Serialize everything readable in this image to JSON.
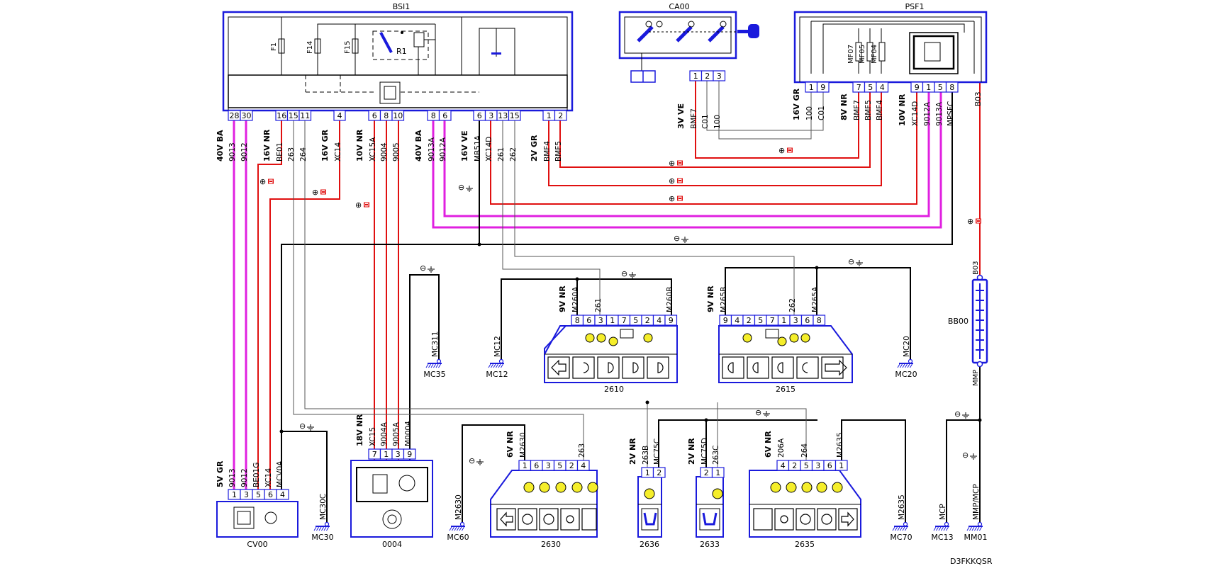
{
  "diagram_ref": "D3FKKQSR",
  "colors": {
    "wire_black": "#000000",
    "wire_thin": "#555555",
    "wire_red": "#e01010",
    "wire_magenta": "#e020e0",
    "box_blue": "#1a1adc",
    "symbol_yellow": "#f5ee2a",
    "ground_blue": "#1a1adc"
  },
  "boxes": {
    "bsi1": {
      "name": "BSI1",
      "fuses": [
        "F1",
        "F14",
        "F15"
      ],
      "relay": "R1"
    },
    "ca00": {
      "name": "CA00"
    },
    "psf1": {
      "name": "PSF1",
      "fuses": [
        "MF07",
        "MF05",
        "MF04"
      ]
    },
    "bb00": {
      "name": "BB00",
      "top": "B03",
      "bottom": "MMP"
    },
    "cv00": {
      "name": "CV00"
    },
    "c0004": {
      "name": "0004"
    },
    "c2610": {
      "name": "2610"
    },
    "c2615": {
      "name": "2615"
    },
    "c2630": {
      "name": "2630"
    },
    "c2636": {
      "name": "2636"
    },
    "c2633": {
      "name": "2633"
    },
    "c2635": {
      "name": "2635"
    }
  },
  "connectors": {
    "bsi_a": {
      "spec": "40V BA",
      "pins": [
        "28",
        "30"
      ],
      "wires": [
        "9013",
        "9012"
      ]
    },
    "bsi_b": {
      "spec": "16V NR",
      "pins": [
        "16",
        "15",
        "11"
      ],
      "wires": [
        "BE01",
        "263",
        "264"
      ]
    },
    "bsi_c": {
      "spec": "16V GR",
      "pins": [
        "4"
      ],
      "wires": [
        "XC14"
      ]
    },
    "bsi_d": {
      "spec": "10V NR",
      "pins": [
        "6",
        "8",
        "10"
      ],
      "wires": [
        "XC15A",
        "9004",
        "9005"
      ]
    },
    "bsi_e": {
      "spec": "40V BA",
      "pins": [
        "8",
        "6"
      ],
      "wires": [
        "9013A",
        "9012A"
      ]
    },
    "bsi_f": {
      "spec": "16V VE",
      "pins": [
        "6",
        "3",
        "13",
        "15"
      ],
      "wires": [
        "MB51A",
        "XC14D",
        "261",
        "262"
      ]
    },
    "bsi_g": {
      "spec": "2V GR",
      "pins": [
        "1",
        "2"
      ],
      "wires": [
        "BMF4",
        "BMF5"
      ]
    },
    "ca00_c": {
      "spec": "3V VE",
      "pins": [
        "1",
        "2",
        "3"
      ],
      "wires": [
        "BMF7",
        "C01",
        "100"
      ]
    },
    "psf_a": {
      "spec": "16V GR",
      "pins": [
        "1",
        "9"
      ],
      "wires": [
        "100",
        "C01"
      ]
    },
    "psf_b": {
      "spec": "8V NR",
      "pins": [
        "7",
        "5",
        "4"
      ],
      "wires": [
        "BMF7",
        "BMF5",
        "BMF4"
      ]
    },
    "psf_c": {
      "spec": "10V NR",
      "pins": [
        "9",
        "1",
        "5",
        "8"
      ],
      "wires": [
        "XC14D",
        "9012A",
        "9013A",
        "MPSFC"
      ]
    },
    "psf_d": {
      "wires": [
        "B03"
      ]
    },
    "cv00_c": {
      "spec": "5V GR",
      "pins": [
        "1",
        "3",
        "5",
        "6",
        "4"
      ],
      "wires": [
        "9013",
        "9012",
        "BE01G",
        "XC14",
        "MCV0A"
      ]
    },
    "c0004_c": {
      "spec": "18V NR",
      "pins": [
        "7",
        "1",
        "3",
        "9"
      ],
      "wires": [
        "XC15",
        "9004A",
        "9005A",
        "M0004"
      ]
    },
    "c2610_c": {
      "spec": "9V NR",
      "pins": [
        "8",
        "6",
        "3",
        "1",
        "7",
        "5",
        "2",
        "4",
        "9"
      ],
      "wires": [
        "M260A",
        "261",
        "M260B"
      ]
    },
    "c2615_c": {
      "spec": "9V NR",
      "pins": [
        "9",
        "4",
        "2",
        "5",
        "7",
        "1",
        "3",
        "6",
        "8"
      ],
      "wires": [
        "M265B",
        "262",
        "M265A"
      ]
    },
    "c2630_c": {
      "spec": "6V NR",
      "pins": [
        "1",
        "6",
        "3",
        "5",
        "2",
        "4"
      ],
      "wires": [
        "M2630",
        "263"
      ]
    },
    "c2636_c": {
      "spec": "2V NR",
      "pins": [
        "1",
        "2"
      ],
      "wires": [
        "263B",
        "MC75C"
      ]
    },
    "c2633_c": {
      "spec": "2V NR",
      "pins": [
        "2",
        "1"
      ],
      "wires": [
        "MC75D",
        "263C"
      ]
    },
    "c2635_c": {
      "spec": "6V NR",
      "pins": [
        "4",
        "2",
        "5",
        "3",
        "6",
        "1"
      ],
      "wires": [
        "206A",
        "264",
        "M2635"
      ]
    }
  },
  "grounds": {
    "mc35": {
      "wire": "MC311",
      "label": "MC35"
    },
    "mc12": {
      "wire": "MC12",
      "label": "MC12"
    },
    "mc20": {
      "wire": "MC20",
      "label": "MC20"
    },
    "mc30": {
      "wire": "MC30C",
      "label": "MC30"
    },
    "mc60": {
      "wire": "M2630",
      "label": "MC60"
    },
    "mc70": {
      "wire": "M2635",
      "label": "MC70"
    },
    "mc13": {
      "wire": "MCP",
      "label": "MC13"
    },
    "mm01": {
      "wire": "MMP/MCP",
      "label": "MM01"
    }
  },
  "marks": {
    "plus": "⊕",
    "minus": "⊖"
  }
}
